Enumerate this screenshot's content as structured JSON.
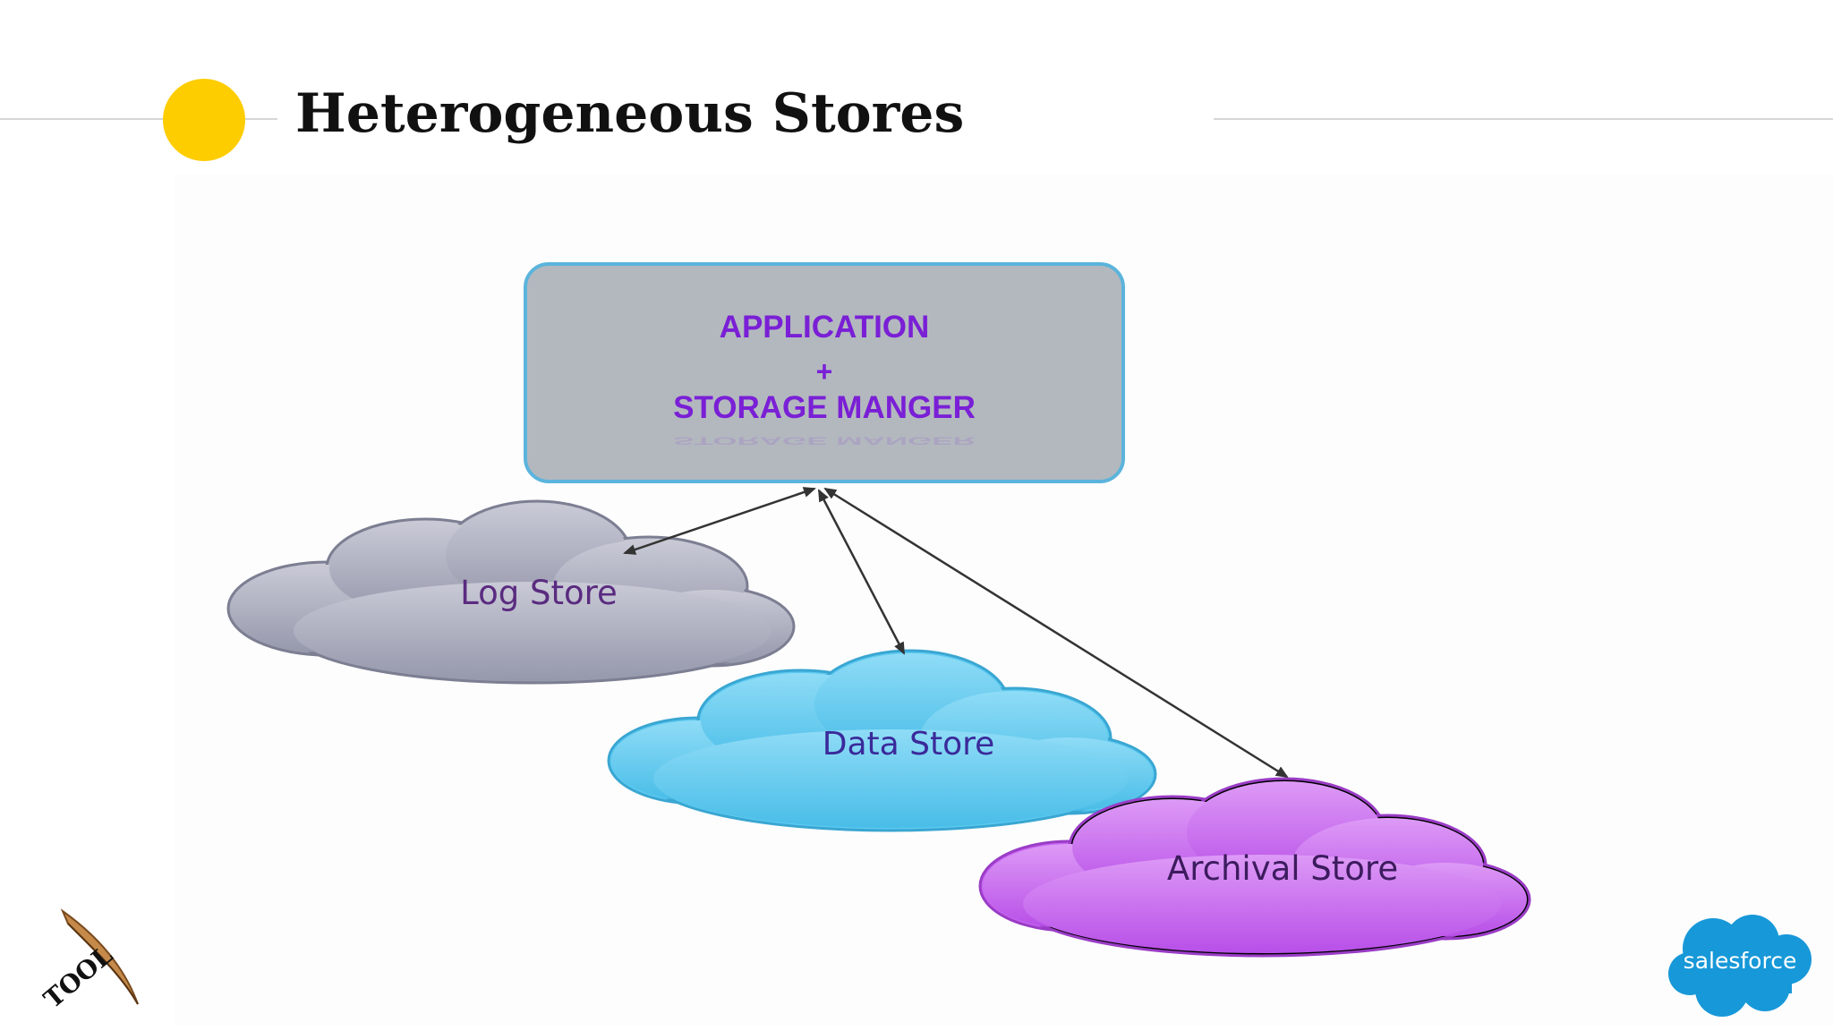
{
  "slide": {
    "title": "Heterogeneous Stores",
    "accent_color": "#fdcd00"
  },
  "diagram": {
    "app_box": {
      "line1": "APPLICATION",
      "line2": "+",
      "line3": "STORAGE MANGER",
      "fill": "#b3b8bf",
      "border": "#5bb4dc",
      "text_color": "#7a1fd6"
    },
    "clouds": [
      {
        "label": "Log Store",
        "fill": "#a4a6b8",
        "text_color": "#5a2b80"
      },
      {
        "label": "Data Store",
        "fill": "#5ccaf0",
        "text_color": "#3a2a9a"
      },
      {
        "label": "Archival Store",
        "fill": "#c563f0",
        "text_color": "#3c1b5e"
      }
    ],
    "connectors": [
      {
        "from": "app",
        "to": "Log Store",
        "style": "double-arrow"
      },
      {
        "from": "app",
        "to": "Data Store",
        "style": "double-arrow"
      },
      {
        "from": "app",
        "to": "Archival Store",
        "style": "double-arrow"
      }
    ]
  },
  "logos": {
    "left": {
      "icon": "quill-icon",
      "text": "TOOL"
    },
    "right": {
      "icon": "salesforce-cloud-icon",
      "text": "salesforce",
      "color": "#1798d8"
    }
  }
}
